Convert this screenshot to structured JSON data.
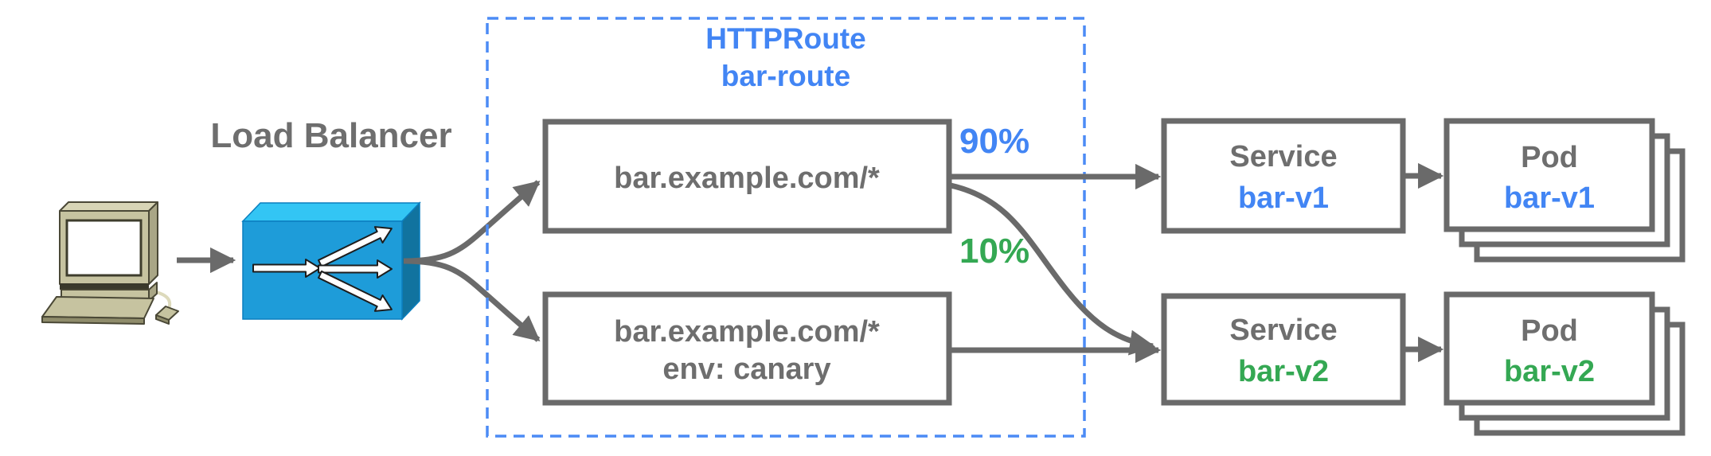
{
  "diagram": {
    "load_balancer_label": "Load Balancer",
    "httproute_box": {
      "title_line1": "HTTPRoute",
      "title_line2": "bar-route",
      "rule1": {
        "host": "bar.example.com/*"
      },
      "rule2": {
        "host": "bar.example.com/*",
        "match": "env: canary"
      }
    },
    "weight_v1": "90%",
    "weight_v2": "10%",
    "service_v1": {
      "kind": "Service",
      "name": "bar-v1"
    },
    "service_v2": {
      "kind": "Service",
      "name": "bar-v2"
    },
    "pod_v1": {
      "kind": "Pod",
      "name": "bar-v1"
    },
    "pod_v2": {
      "kind": "Pod",
      "name": "bar-v2"
    },
    "colors": {
      "blue": "#4285F4",
      "green": "#34A853",
      "gray_text": "#6E6E6E",
      "arrow_gray": "#6A6A6A",
      "dashed_blue": "#4C8BF5",
      "lb_front": "#1E9CD9",
      "lb_top": "#33C5F4",
      "lb_side": "#11739F"
    }
  }
}
